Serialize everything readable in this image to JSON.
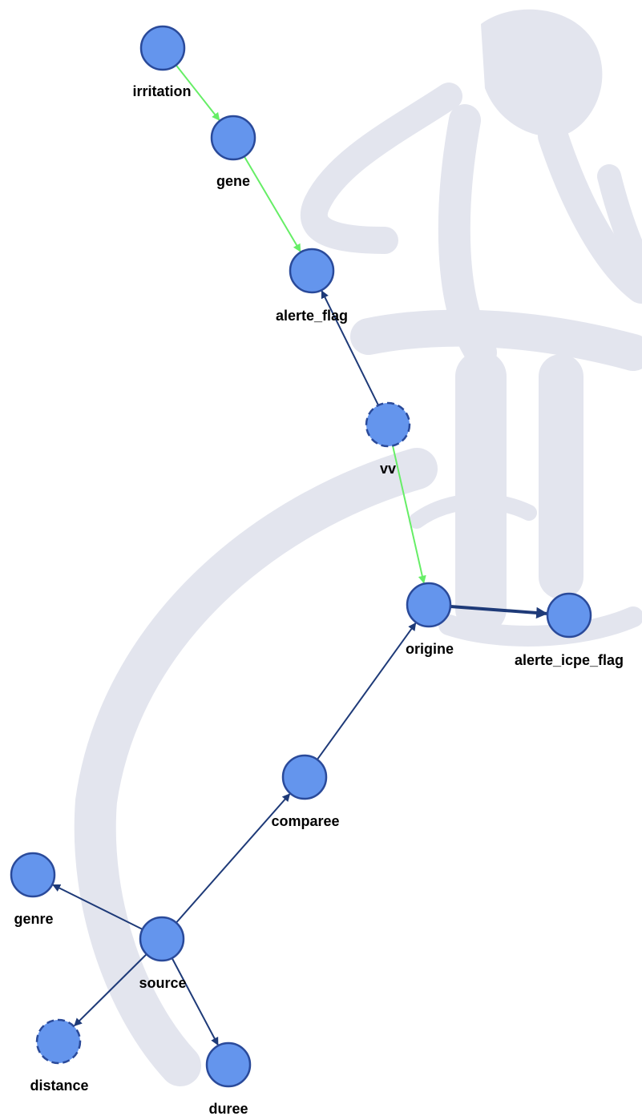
{
  "colors": {
    "node_fill": "#6495ED",
    "node_stroke": "#2A4A9A",
    "edge_dark": "#1E3A78",
    "edge_green": "#66EE66",
    "watermark": "#E3E5EE",
    "label": "#000000"
  },
  "nodes": [
    {
      "id": "irritation",
      "label": "irritation",
      "dashed": false
    },
    {
      "id": "gene",
      "label": "gene",
      "dashed": false
    },
    {
      "id": "alerte_flag",
      "label": "alerte_flag",
      "dashed": false
    },
    {
      "id": "vv",
      "label": "vv",
      "dashed": true
    },
    {
      "id": "origine",
      "label": "origine",
      "dashed": false
    },
    {
      "id": "alerte_icpe_flag",
      "label": "alerte_icpe_flag",
      "dashed": false
    },
    {
      "id": "comparee",
      "label": "comparee",
      "dashed": false
    },
    {
      "id": "genre",
      "label": "genre",
      "dashed": false
    },
    {
      "id": "source",
      "label": "source",
      "dashed": false
    },
    {
      "id": "distance",
      "label": "distance",
      "dashed": true
    },
    {
      "id": "duree",
      "label": "duree",
      "dashed": false
    }
  ],
  "edges": [
    {
      "from": "irritation",
      "to": "gene",
      "color": "green"
    },
    {
      "from": "gene",
      "to": "alerte_flag",
      "color": "green"
    },
    {
      "from": "vv",
      "to": "alerte_flag",
      "color": "dark"
    },
    {
      "from": "vv",
      "to": "origine",
      "color": "green"
    },
    {
      "from": "origine",
      "to": "alerte_icpe_flag",
      "color": "dark",
      "thick": true
    },
    {
      "from": "comparee",
      "to": "origine",
      "color": "dark"
    },
    {
      "from": "source",
      "to": "comparee",
      "color": "dark"
    },
    {
      "from": "source",
      "to": "genre",
      "color": "dark"
    },
    {
      "from": "source",
      "to": "distance",
      "color": "dark"
    },
    {
      "from": "source",
      "to": "duree",
      "color": "dark"
    }
  ]
}
